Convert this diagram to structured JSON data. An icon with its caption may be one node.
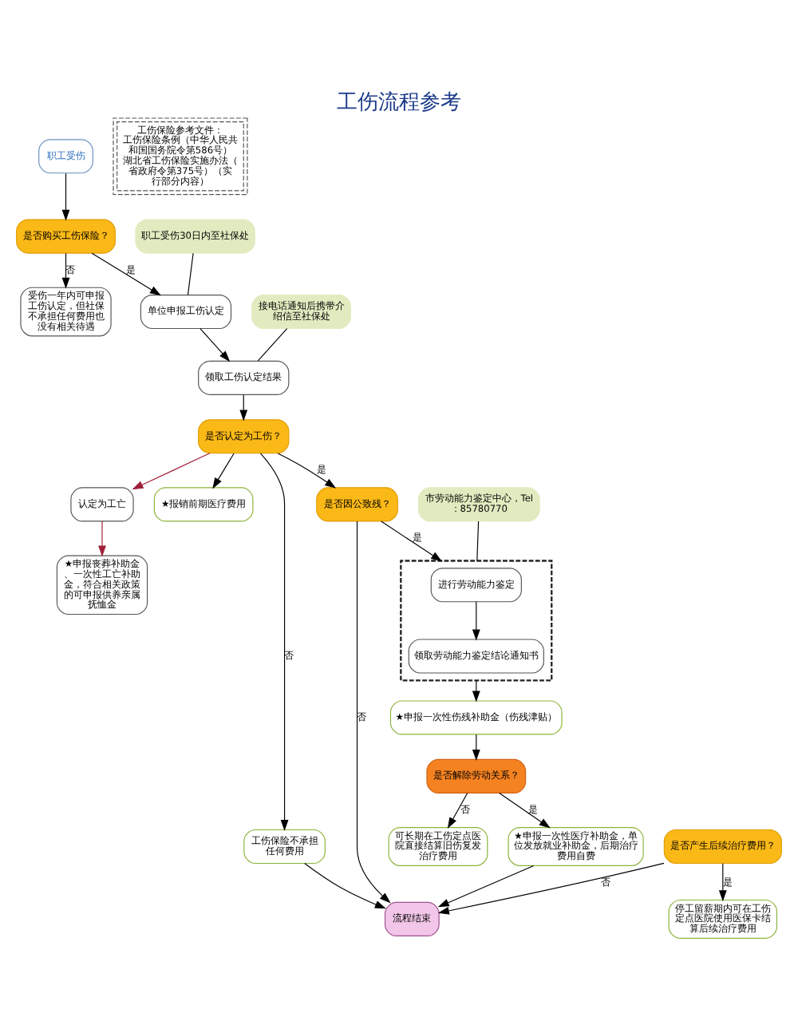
{
  "diagram": {
    "title": "工伤流程参考",
    "nodes": [
      {
        "text": [
          "职工受伤"
        ]
      },
      {
        "text": [
          "是否购买工伤保险？"
        ]
      },
      {
        "text": [
          "单位申报工伤认定"
        ]
      },
      {
        "text": [
          "领取工伤认定结果"
        ]
      },
      {
        "text": [
          "职工受伤30日内至社保处"
        ]
      },
      {
        "text": [
          "接电话通知后携带介绍信至社保处"
        ]
      },
      {
        "text": [
          "是否认定为工伤？"
        ]
      },
      {
        "text": [
          "认定为工亡"
        ]
      },
      {
        "text": [
          "★申报丧葬补助金、一次性工亡补助金，符合相关政策的可申报供养亲属抚恤金"
        ]
      },
      {
        "text": [
          "★报销前期医疗费用"
        ]
      },
      {
        "text": [
          "工伤保险不承担任何费用"
        ]
      },
      {
        "text": [
          "受伤一年内可申报工伤认定，但社保不承担任何费用也没有相关待遇"
        ]
      },
      {
        "text": [
          "是否因公致残？"
        ]
      },
      {
        "text": [
          "是否产生后续治疗费用？"
        ]
      },
      {
        "text": [],
        "shape": "box"
      },
      {
        "text": [
          "进行劳动能力鉴定"
        ],
        "in": 14
      },
      {
        "text": [
          "领取劳动能力鉴定结论通知书"
        ],
        "in": 14
      },
      {
        "text": [
          "市劳动能力鉴定中心，Tel：85780770"
        ]
      },
      {
        "text": [
          "停工留薪期内可在工伤定点医院使用医保卡结算后续治疗费用"
        ]
      },
      {
        "text": [
          "★申报一次性伤残补助金（伤残津贴）"
        ]
      },
      {
        "text": [
          "是否解除劳动关系？"
        ]
      },
      {
        "text": [
          "可长期在工伤定点医院直接结算旧伤复发治疗费用"
        ]
      },
      {
        "text": [
          "★申报一次性医疗补助金，单位发放就业补助金，后期治疗费用自费"
        ]
      },
      {
        "text": [
          "流程结束"
        ]
      },
      {
        "text": [
          "工伤保险参考文件：",
          "工伤保险条例（中华人民共和国国务院令第586号）",
          "湖北省工伤保险实施办法（省政府令第375号）（实行部分内容）"
        ]
      }
    ],
    "edges": [
      {
        "from": 0,
        "to": 1,
        "arrow": "to"
      },
      {
        "from": 1,
        "to": 2,
        "arrow": "to",
        "label": "是"
      },
      {
        "from": 2,
        "to": 3,
        "arrow": "to"
      },
      {
        "from": 4,
        "to": 2,
        "arrow": "none"
      },
      {
        "from": 5,
        "to": 3,
        "arrow": "none"
      },
      {
        "from": 3,
        "to": 6,
        "arrow": "to"
      },
      {
        "from": 1,
        "to": 11,
        "arrow": "to",
        "label": "否"
      },
      {
        "from": 6,
        "to": 7,
        "arrow": "to",
        "color": "#a0203a"
      },
      {
        "from": 7,
        "to": 8,
        "arrow": "to",
        "color": "#a0203a"
      },
      {
        "from": 6,
        "to": 9,
        "arrow": "to"
      },
      {
        "from": 6,
        "to": 12,
        "arrow": "to",
        "label": "是"
      },
      {
        "from": 6,
        "to": 10,
        "arrow": "to",
        "label": "否"
      },
      {
        "from": 10,
        "to": 23,
        "arrow": "to"
      },
      {
        "from": 12,
        "to": 14,
        "arrow": "to",
        "label": "是"
      },
      {
        "from": 12,
        "to": 23,
        "arrow": "to",
        "label": "否"
      },
      {
        "from": 15,
        "to": 16,
        "arrow": "to"
      },
      {
        "from": 17,
        "to": 14,
        "arrow": "none"
      },
      {
        "from": 13,
        "to": 18,
        "arrow": "to",
        "label": "是"
      },
      {
        "from": 13,
        "to": 23,
        "arrow": "to",
        "label": "否"
      },
      {
        "from": 14,
        "to": 19,
        "arrow": "to"
      },
      {
        "from": 19,
        "to": 20,
        "arrow": "to"
      },
      {
        "from": 20,
        "to": 21,
        "arrow": "to",
        "label": "否"
      },
      {
        "from": 20,
        "to": 22,
        "arrow": "to",
        "label": "是"
      },
      {
        "from": 22,
        "to": 23,
        "arrow": "to"
      }
    ]
  }
}
